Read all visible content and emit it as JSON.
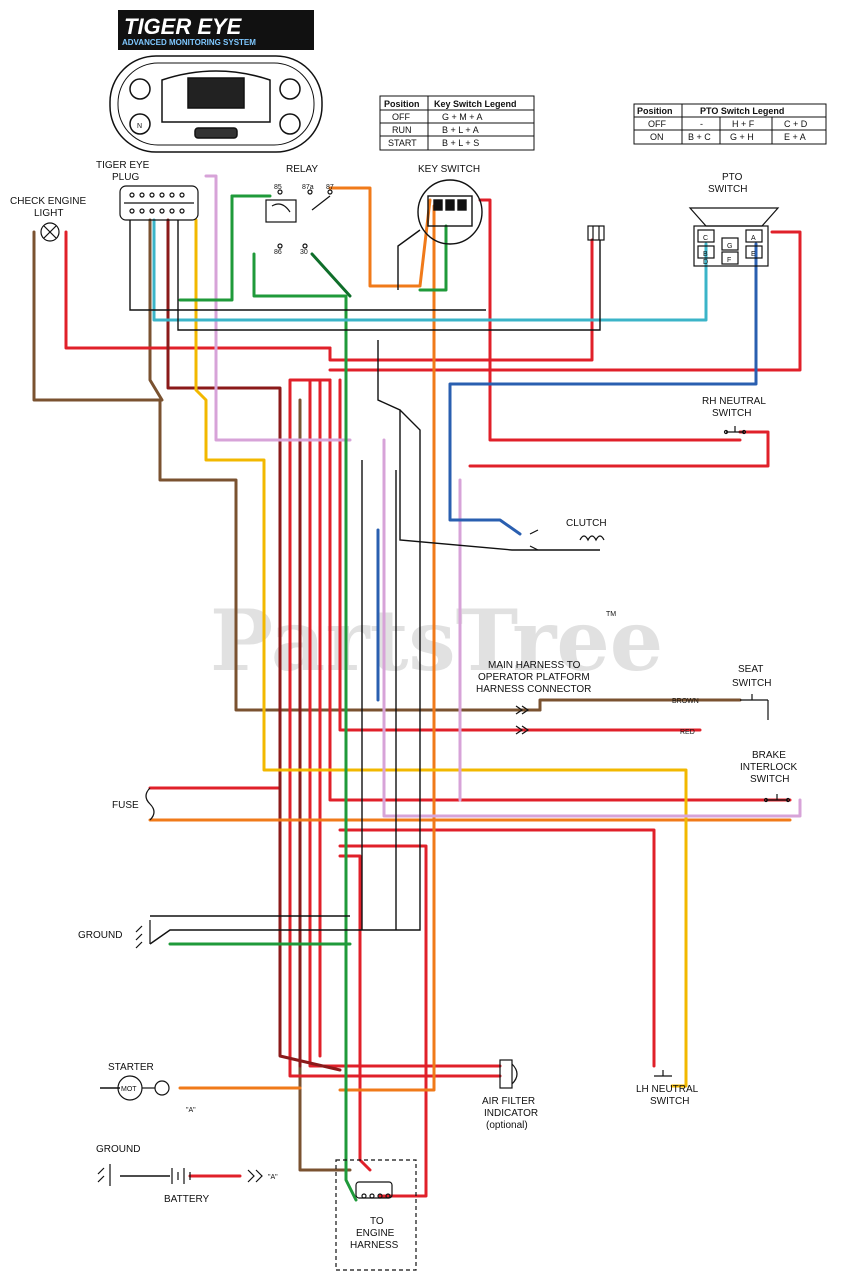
{
  "logo": {
    "title": "TIGER EYE",
    "subtitle": "ADVANCED MONITORING SYSTEM"
  },
  "watermark": {
    "text": "PartsTree",
    "tm": "TM"
  },
  "key_legend": {
    "headers": [
      "Position",
      "Key Switch Legend"
    ],
    "rows": [
      [
        "OFF",
        "G + M + A"
      ],
      [
        "RUN",
        "B + L + A"
      ],
      [
        "START",
        "B + L + S"
      ]
    ]
  },
  "pto_legend": {
    "headers": [
      "Position",
      "PTO Switch Legend"
    ],
    "rows": [
      [
        "OFF",
        "-",
        "H + F",
        "C + D"
      ],
      [
        "ON",
        "B + C",
        "G + H",
        "E + A"
      ]
    ]
  },
  "labels": {
    "tiger_eye_plug": [
      "TIGER EYE",
      "PLUG"
    ],
    "check_engine": [
      "CHECK ENGINE",
      "LIGHT"
    ],
    "relay": "RELAY",
    "relay_pins": [
      "85",
      "87a",
      "87",
      "86",
      "30"
    ],
    "key_switch": "KEY SWITCH",
    "pto_switch": [
      "PTO",
      "SWITCH"
    ],
    "pto_letters": [
      "C",
      "B",
      "D",
      "G",
      "F",
      "A",
      "E"
    ],
    "rh_neutral": [
      "RH NEUTRAL",
      "SWITCH"
    ],
    "clutch": "CLUTCH",
    "main_harness": [
      "MAIN HARNESS TO",
      "OPERATOR PLATFORM",
      "HARNESS CONNECTOR"
    ],
    "seat_switch": [
      "SEAT",
      "SWITCH"
    ],
    "brown_tag": "BROWN",
    "red_tag": "RED",
    "brake_switch": [
      "BRAKE",
      "INTERLOCK",
      "SWITCH"
    ],
    "fuse": "FUSE",
    "ground1": "GROUND",
    "starter": [
      "STARTER",
      "MOT"
    ],
    "a_tag": "\"A\"",
    "air_filter": [
      "AIR FILTER",
      "INDICATOR",
      "(optional)"
    ],
    "lh_neutral": [
      "LH NEUTRAL",
      "SWITCH"
    ],
    "ground2": "GROUND",
    "battery": "BATTERY",
    "engine_harness": [
      "TO",
      "ENGINE",
      "HARNESS"
    ]
  },
  "wire_colors": {
    "black": "#111111",
    "red": "#e0202a",
    "dark_red": "#8b1a1a",
    "orange": "#f07a1a",
    "yellow": "#f2b800",
    "green": "#1f9a3a",
    "dark_green": "#0f6e2a",
    "brown": "#7a5230",
    "pink": "#d7a3d8",
    "blue": "#2a5fb0",
    "light_blue": "#3bb4c8"
  }
}
